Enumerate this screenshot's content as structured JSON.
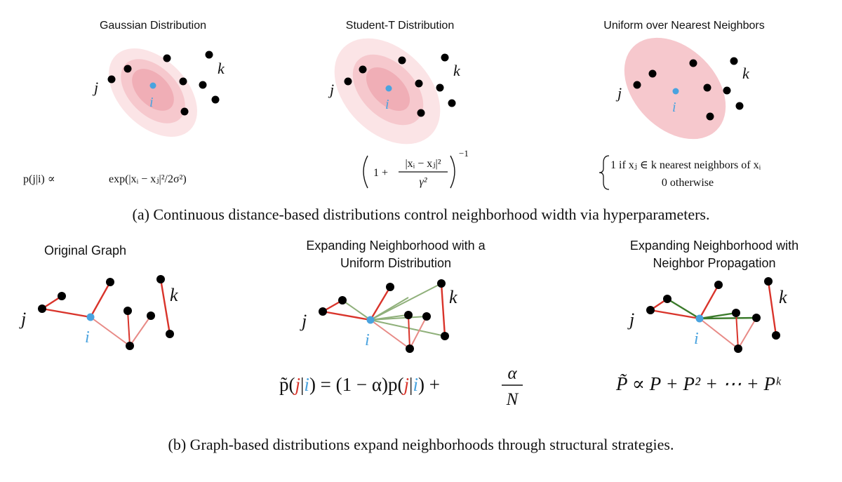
{
  "panel_a": {
    "caption": "(a) Continuous distance-based distributions control neighborhood width via hyperparameters.",
    "gaussian": {
      "title": "Gaussian Distribution",
      "prefix": "p(j|i) ∝",
      "formula": "exp(|xᵢ − xⱼ|²/2σ²)"
    },
    "student_t": {
      "title": "Student-T Distribution",
      "formula_lead": "1 +",
      "numerator": "|xᵢ − xⱼ|²",
      "denominator": "γ²",
      "exponent": "−1"
    },
    "uniform_knn": {
      "title": "Uniform over Nearest Neighbors",
      "case_top": "1 if xⱼ ∈ k nearest neighbors of xᵢ",
      "case_bottom": "0 otherwise"
    }
  },
  "panel_b": {
    "caption": "(b) Graph-based distributions expand neighborhoods through structural strategies.",
    "original": {
      "title": "Original Graph"
    },
    "uniform": {
      "title_line1": "Expanding Neighborhood with a",
      "title_line2": "Uniform Distribution",
      "eq_lhs_pre": "p̃(",
      "eq_j": "j",
      "eq_bar": "|",
      "eq_i": "i",
      "eq_mid": ") = (1 − α)p(",
      "eq_j2": "j",
      "eq_bar2": "|",
      "eq_i2": "i",
      "eq_end": ") +",
      "frac_num": "α",
      "frac_den": "N"
    },
    "propagation": {
      "title_line1": "Expanding Neighborhood with",
      "title_line2": "Neighbor Propagation",
      "formula": "P̃ ∝ P + P² + ⋯ + Pᵏ"
    }
  },
  "labels": {
    "i": "i",
    "j": "j",
    "k": "k"
  },
  "colors": {
    "point": "#000000",
    "center_point": "#4aa3df",
    "region_light": "#fbe4e6",
    "region_mid": "#f6c8cd",
    "region_dark": "#f0aeb6",
    "edge_red": "#d9342b",
    "edge_light_red": "#e88a86",
    "edge_green": "#8fb07a",
    "edge_dark_green": "#3a7a2a"
  }
}
